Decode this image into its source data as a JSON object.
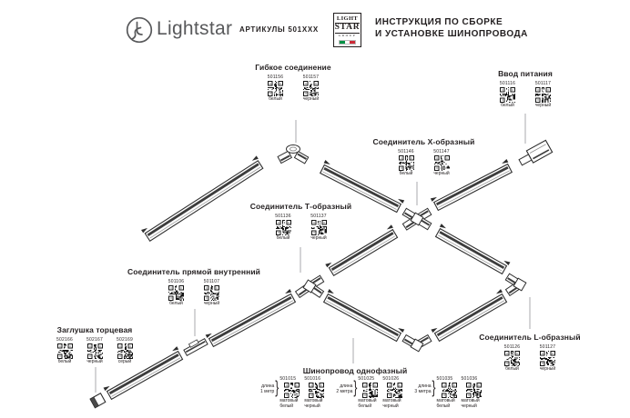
{
  "header": {
    "brand": "Lightstar",
    "articles": "АРТИКУЛЫ 501XXX",
    "group": {
      "l1": "LIGHT",
      "l2": "STAR",
      "l3": "GROUP"
    },
    "title1": "ИНСТРУКЦИЯ ПО СБОРКЕ",
    "title2": "И УСТАНОВКЕ ШИНОПРОВОДА"
  },
  "colors": {
    "text": "#231f20",
    "brand_gray": "#58595b",
    "leader": "#a8aaad",
    "line_art": "#2e2e2e",
    "flag_green": "#009246",
    "flag_red": "#ce2b37"
  },
  "components": [
    {
      "label": "Гибкое соединение",
      "items": [
        {
          "article": "501156",
          "color": "белый"
        },
        {
          "article": "501157",
          "color": "черный"
        }
      ]
    },
    {
      "label": "Ввод питания",
      "items": [
        {
          "article": "501116",
          "color": "белый"
        },
        {
          "article": "501117",
          "color": "черный"
        }
      ]
    },
    {
      "label": "Соединитель Х-образный",
      "items": [
        {
          "article": "501146",
          "color": "белый"
        },
        {
          "article": "501147",
          "color": "черный"
        }
      ]
    },
    {
      "label": "Соединитель Т-образный",
      "items": [
        {
          "article": "501136",
          "color": "белый"
        },
        {
          "article": "501137",
          "color": "черный"
        }
      ]
    },
    {
      "label": "Соединитель прямой внутренний",
      "items": [
        {
          "article": "501106",
          "color": "белый"
        },
        {
          "article": "501107",
          "color": "черный"
        }
      ]
    },
    {
      "label": "Заглушка торцевая",
      "items": [
        {
          "article": "502166",
          "color": "белый"
        },
        {
          "article": "502167",
          "color": "черный"
        },
        {
          "article": "502169",
          "color": "серый"
        }
      ]
    },
    {
      "label": "Соединитель L-образный",
      "items": [
        {
          "article": "501126",
          "color": "белый"
        },
        {
          "article": "501127",
          "color": "черный"
        }
      ]
    },
    {
      "label": "Шинопровод однофазный",
      "groups": [
        {
          "len1": "длина",
          "len2": "1 метр",
          "items": [
            {
              "article": "501015",
              "color": "матовый белый"
            },
            {
              "article": "501016",
              "color": "матовый черный"
            }
          ]
        },
        {
          "len1": "длина",
          "len2": "2 метра",
          "items": [
            {
              "article": "501025",
              "color": "матовый белый"
            },
            {
              "article": "501026",
              "color": "матовый черный"
            }
          ]
        },
        {
          "len1": "длина",
          "len2": "3 метра",
          "items": [
            {
              "article": "501035",
              "color": "матовый белый"
            },
            {
              "article": "501036",
              "color": "матовый черный"
            }
          ]
        }
      ]
    }
  ]
}
